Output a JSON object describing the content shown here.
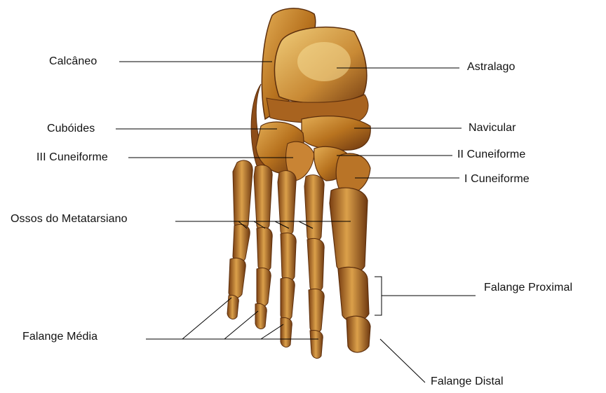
{
  "figure": {
    "labels": {
      "calcaneo": "Calcâneo",
      "astralago": "Astralago",
      "cuboides": "Cubóides",
      "navicular": "Navicular",
      "iii_cuneiforme": "III Cuneiforme",
      "ii_cuneiforme": "II Cuneiforme",
      "i_cuneiforme": "I  Cuneiforme",
      "metatarsiano": "Ossos do Metatarsiano",
      "falange_proximal": "Falange Proximal",
      "falange_media": "Falange Média",
      "falange_distal": "Falange Distal"
    }
  },
  "colors": {
    "background": "#ffffff",
    "bone_light": "#e0a94e",
    "bone_mid": "#b87323",
    "bone_dark": "#5c2e0c",
    "leader_line": "#000000",
    "label_text": "#111111"
  }
}
